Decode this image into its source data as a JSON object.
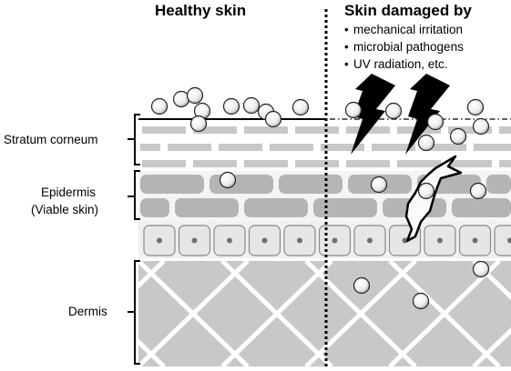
{
  "titles": {
    "healthy": "Healthy skin",
    "damaged": "Skin damaged by"
  },
  "damage_causes": [
    "mechanical irritation",
    "microbial pathogens",
    "UV radiation, etc."
  ],
  "layer_labels": {
    "stratum_corneum": "Stratum corneum",
    "epidermis_line1": "Epidermis",
    "epidermis_line2": "(Viable skin)",
    "dermis": "Dermis"
  },
  "bullet_glyph": "•",
  "colors": {
    "background": "#ffffff",
    "corneum_brick": "#c8c8c8",
    "epidermis_cell": "#b4b4b4",
    "basal_cell_fill": "#e6e6e6",
    "basal_nucleus": "#707070",
    "dermis_fill": "#c8c8c8",
    "dermis_mesh": "#ffffff",
    "particle_fill": "#f2f2f2",
    "lightning": "#000000"
  },
  "icons": [
    "lightning-bolt-icon",
    "particle-sphere-icon",
    "dendritic-cell-icon",
    "bracket-icon"
  ]
}
